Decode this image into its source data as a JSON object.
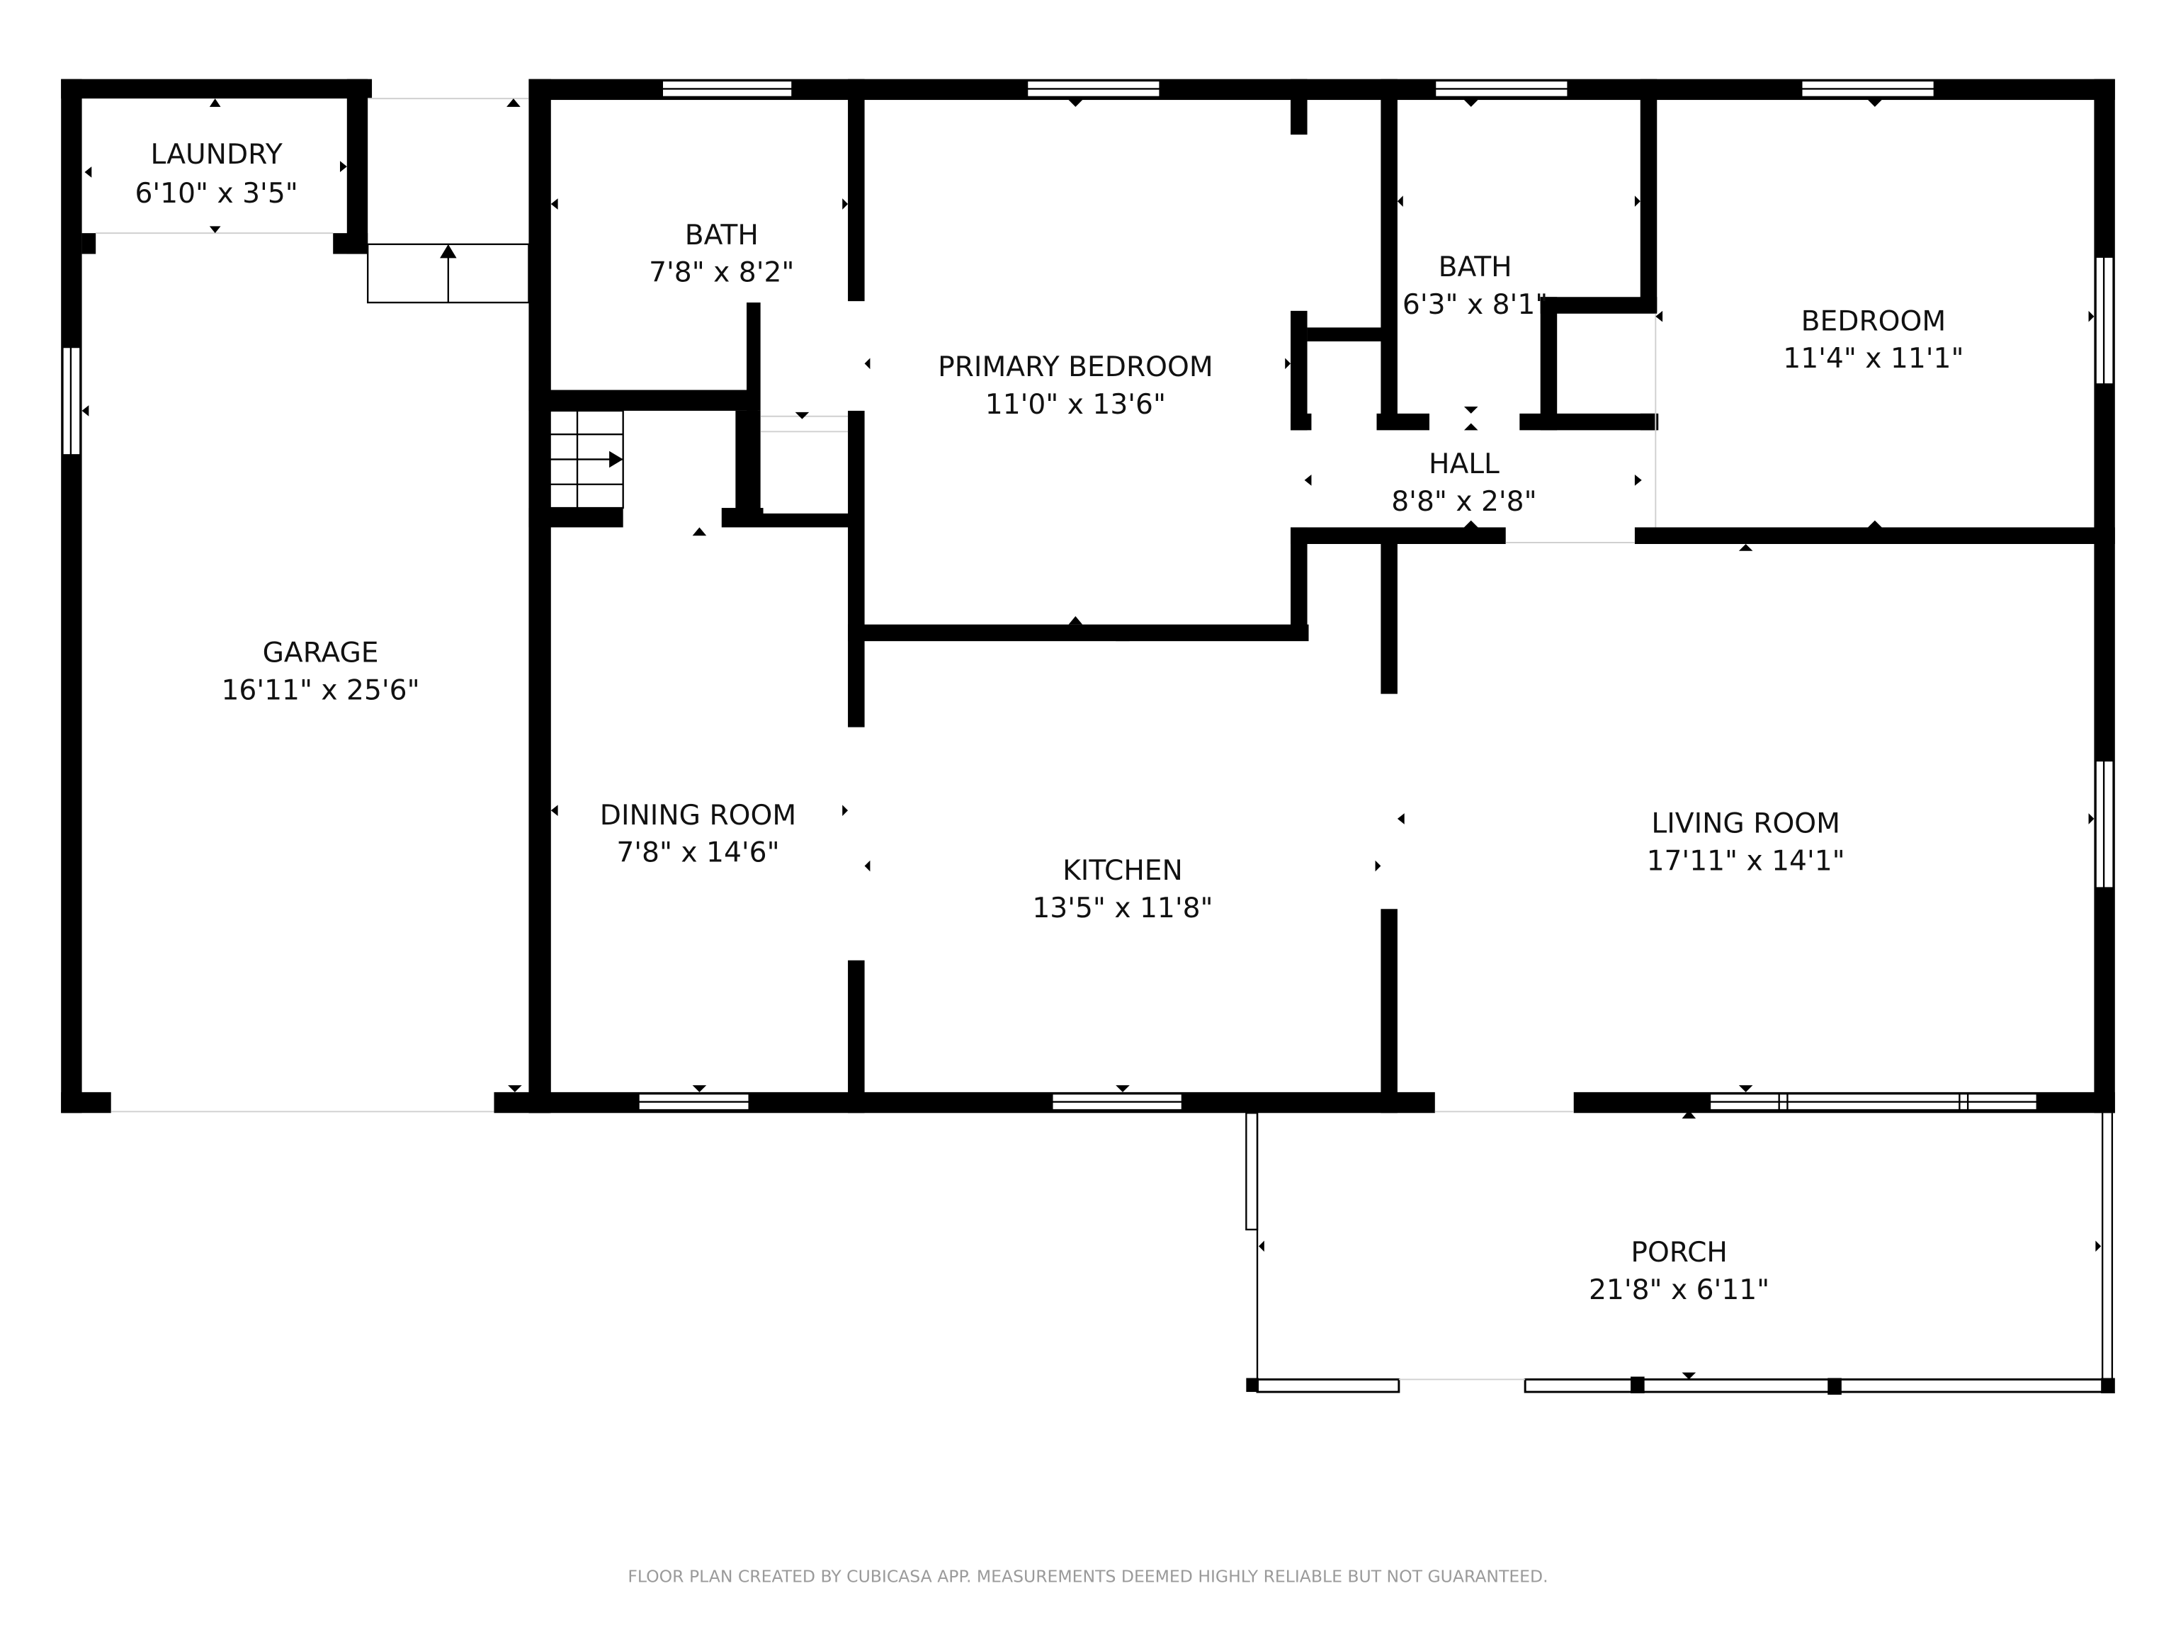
{
  "floor_plan": {
    "footer_note": "FLOOR PLAN CREATED BY CUBICASA APP. MEASUREMENTS DEEMED HIGHLY RELIABLE BUT NOT GUARANTEED.",
    "wall_color": "#000000",
    "background_color": "#ffffff",
    "rooms": [
      {
        "id": "laundry",
        "name": "LAUNDRY",
        "dimensions": "6'10\" x 3'5\""
      },
      {
        "id": "garage",
        "name": "GARAGE",
        "dimensions": "16'11\" x 25'6\""
      },
      {
        "id": "bath1",
        "name": "BATH",
        "dimensions": "7'8\" x 8'2\""
      },
      {
        "id": "primary_bedroom",
        "name": "PRIMARY BEDROOM",
        "dimensions": "11'0\" x 13'6\""
      },
      {
        "id": "bath2",
        "name": "BATH",
        "dimensions": "6'3\" x 8'1\""
      },
      {
        "id": "bedroom",
        "name": "BEDROOM",
        "dimensions": "11'4\" x 11'1\""
      },
      {
        "id": "hall",
        "name": "HALL",
        "dimensions": "8'8\" x 2'8\""
      },
      {
        "id": "dining_room",
        "name": "DINING ROOM",
        "dimensions": "7'8\" x 14'6\""
      },
      {
        "id": "kitchen",
        "name": "KITCHEN",
        "dimensions": "13'5\" x 11'8\""
      },
      {
        "id": "living_room",
        "name": "LIVING ROOM",
        "dimensions": "17'11\" x 14'1\""
      },
      {
        "id": "porch",
        "name": "PORCH",
        "dimensions": "21'8\" x 6'11\""
      }
    ]
  }
}
